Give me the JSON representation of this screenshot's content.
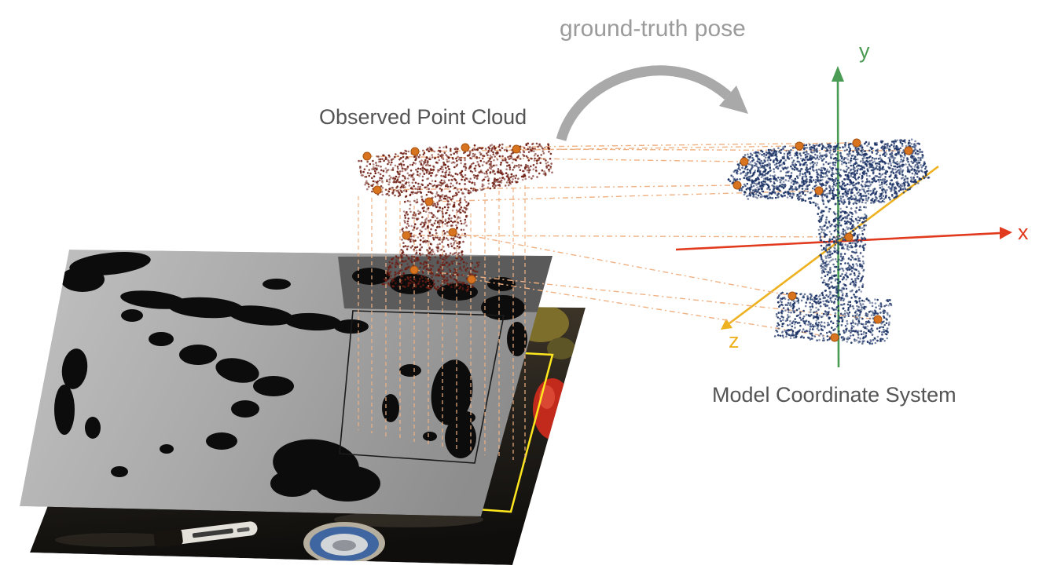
{
  "figure": {
    "arrow_label": "ground-truth pose",
    "observed_label": "Observed Point Cloud",
    "model_label": "Model Coordinate System",
    "axes": {
      "x": {
        "label": "x",
        "color": "#e23a1e"
      },
      "y": {
        "label": "y",
        "color": "#4a9b53"
      },
      "z": {
        "label": "z",
        "color": "#eeb11f"
      }
    },
    "colors": {
      "background": "#ffffff",
      "caption_gray": "#9b9b9b",
      "label_text": "#545454",
      "arrow": "#a9a9a9",
      "depth_rect": "#1b1b1b",
      "rgb_rect": "#ffe71f"
    },
    "observed_cloud": {
      "color": "#6e1d12",
      "regions": [
        {
          "points": 950,
          "poly": [
            [
              452,
              206
            ],
            [
              500,
              193
            ],
            [
              560,
              186
            ],
            [
              700,
              182
            ],
            [
              703,
              222
            ],
            [
              640,
              238
            ],
            [
              560,
              254
            ],
            [
              470,
              248
            ]
          ]
        },
        {
          "points": 420,
          "poly": [
            [
              515,
              252
            ],
            [
              600,
              248
            ],
            [
              588,
              332
            ],
            [
              508,
              326
            ]
          ]
        },
        {
          "points": 330,
          "poly": [
            [
              498,
              326
            ],
            [
              612,
              334
            ],
            [
              602,
              372
            ],
            [
              486,
              364
            ]
          ]
        }
      ]
    },
    "model_cloud": {
      "color": "#1c3366",
      "regions": [
        {
          "points": 520,
          "poly": [
            [
              926,
              228
            ],
            [
              948,
              196
            ],
            [
              1000,
              186
            ],
            [
              1005,
              252
            ],
            [
              952,
              254
            ]
          ]
        },
        {
          "points": 1500,
          "poly": [
            [
              1000,
              186
            ],
            [
              1168,
              177
            ],
            [
              1184,
              226
            ],
            [
              1128,
              258
            ],
            [
              1038,
              262
            ],
            [
              1005,
              252
            ]
          ]
        },
        {
          "points": 600,
          "poly": [
            [
              1040,
              262
            ],
            [
              1104,
              264
            ],
            [
              1097,
              384
            ],
            [
              1046,
              378
            ]
          ]
        },
        {
          "points": 700,
          "poly": [
            [
              990,
              372
            ],
            [
              1136,
              382
            ],
            [
              1128,
              440
            ],
            [
              986,
              430
            ]
          ]
        }
      ]
    },
    "keypoints": {
      "color": "#d8731f",
      "observed": [
        [
          467,
          199
        ],
        [
          528,
          193
        ],
        [
          592,
          188
        ],
        [
          657,
          190
        ],
        [
          480,
          242
        ],
        [
          546,
          257
        ],
        [
          517,
          300
        ],
        [
          576,
          296
        ],
        [
          527,
          344
        ],
        [
          600,
          356
        ]
      ],
      "model": [
        [
          947,
          206
        ],
        [
          1017,
          186
        ],
        [
          1090,
          182
        ],
        [
          1156,
          192
        ],
        [
          938,
          236
        ],
        [
          1042,
          243
        ],
        [
          1080,
          302
        ],
        [
          1008,
          377
        ],
        [
          1117,
          407
        ],
        [
          1062,
          430
        ]
      ]
    },
    "correspondences": {
      "color": "#f0b183",
      "pairs": [
        [
          0,
          0
        ],
        [
          1,
          1
        ],
        [
          2,
          2
        ],
        [
          3,
          3
        ],
        [
          4,
          4
        ],
        [
          5,
          5
        ],
        [
          6,
          6
        ],
        [
          7,
          7
        ],
        [
          8,
          8
        ],
        [
          9,
          9
        ]
      ]
    },
    "projection_lines": {
      "color": "#f0b183",
      "segments": [
        [
          456,
          250,
          548
        ],
        [
          473,
          252,
          552
        ],
        [
          491,
          254,
          556
        ],
        [
          509,
          256,
          560
        ],
        [
          527,
          262,
          563
        ],
        [
          545,
          264,
          566
        ],
        [
          563,
          267,
          570
        ],
        [
          581,
          270,
          573
        ],
        [
          599,
          272,
          577
        ],
        [
          617,
          246,
          580
        ],
        [
          635,
          243,
          583
        ],
        [
          653,
          240,
          586
        ],
        [
          668,
          236,
          589
        ]
      ]
    }
  }
}
